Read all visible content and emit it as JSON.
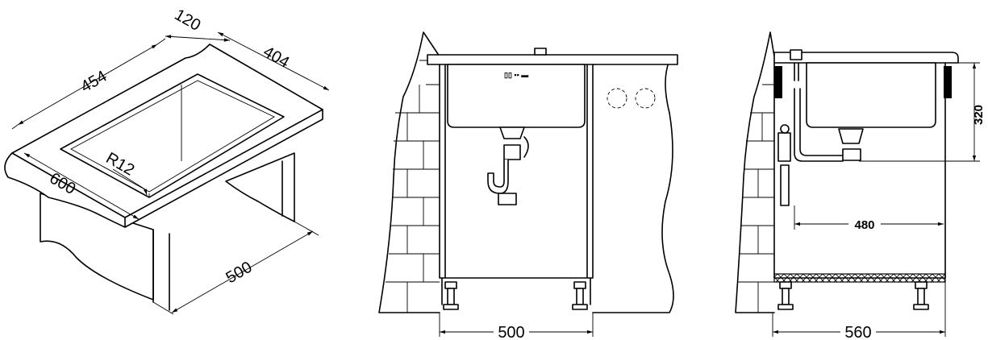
{
  "views": {
    "isometric": {
      "dimensions": {
        "depth_front": "120",
        "bowl_length": "454",
        "bowl_width": "404",
        "radius": "R12",
        "width": "600",
        "cabinet_depth": "500"
      }
    },
    "front": {
      "dimensions": {
        "cabinet_width": "500"
      }
    },
    "side": {
      "dimensions": {
        "bowl_depth": "320",
        "drain_offset": "480",
        "cabinet_depth": "560"
      }
    }
  }
}
